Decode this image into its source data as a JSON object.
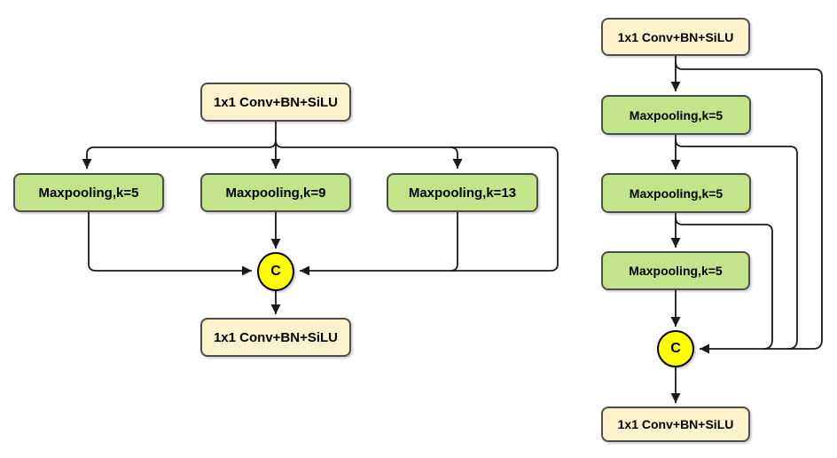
{
  "colors": {
    "background": "#ffffff",
    "conv_fill": "#fcf2cb",
    "pool_fill": "#c3e48b",
    "concat_fill": "#ffff00",
    "box_border": "#4d4d4d",
    "concat_border": "#000000",
    "line": "#1a1a1a",
    "text": "#000000"
  },
  "diagrams": {
    "spp": {
      "conv_in": "1x1 Conv+BN+SiLU",
      "pools": [
        "Maxpooling,k=5",
        "Maxpooling,k=9",
        "Maxpooling,k=13"
      ],
      "concat": "C",
      "conv_out": "1x1 Conv+BN+SiLU"
    },
    "sppf": {
      "conv_in": "1x1 Conv+BN+SiLU",
      "pools": [
        "Maxpooling,k=5",
        "Maxpooling,k=5",
        "Maxpooling,k=5"
      ],
      "concat": "C",
      "conv_out": "1x1 Conv+BN+SiLU"
    }
  }
}
